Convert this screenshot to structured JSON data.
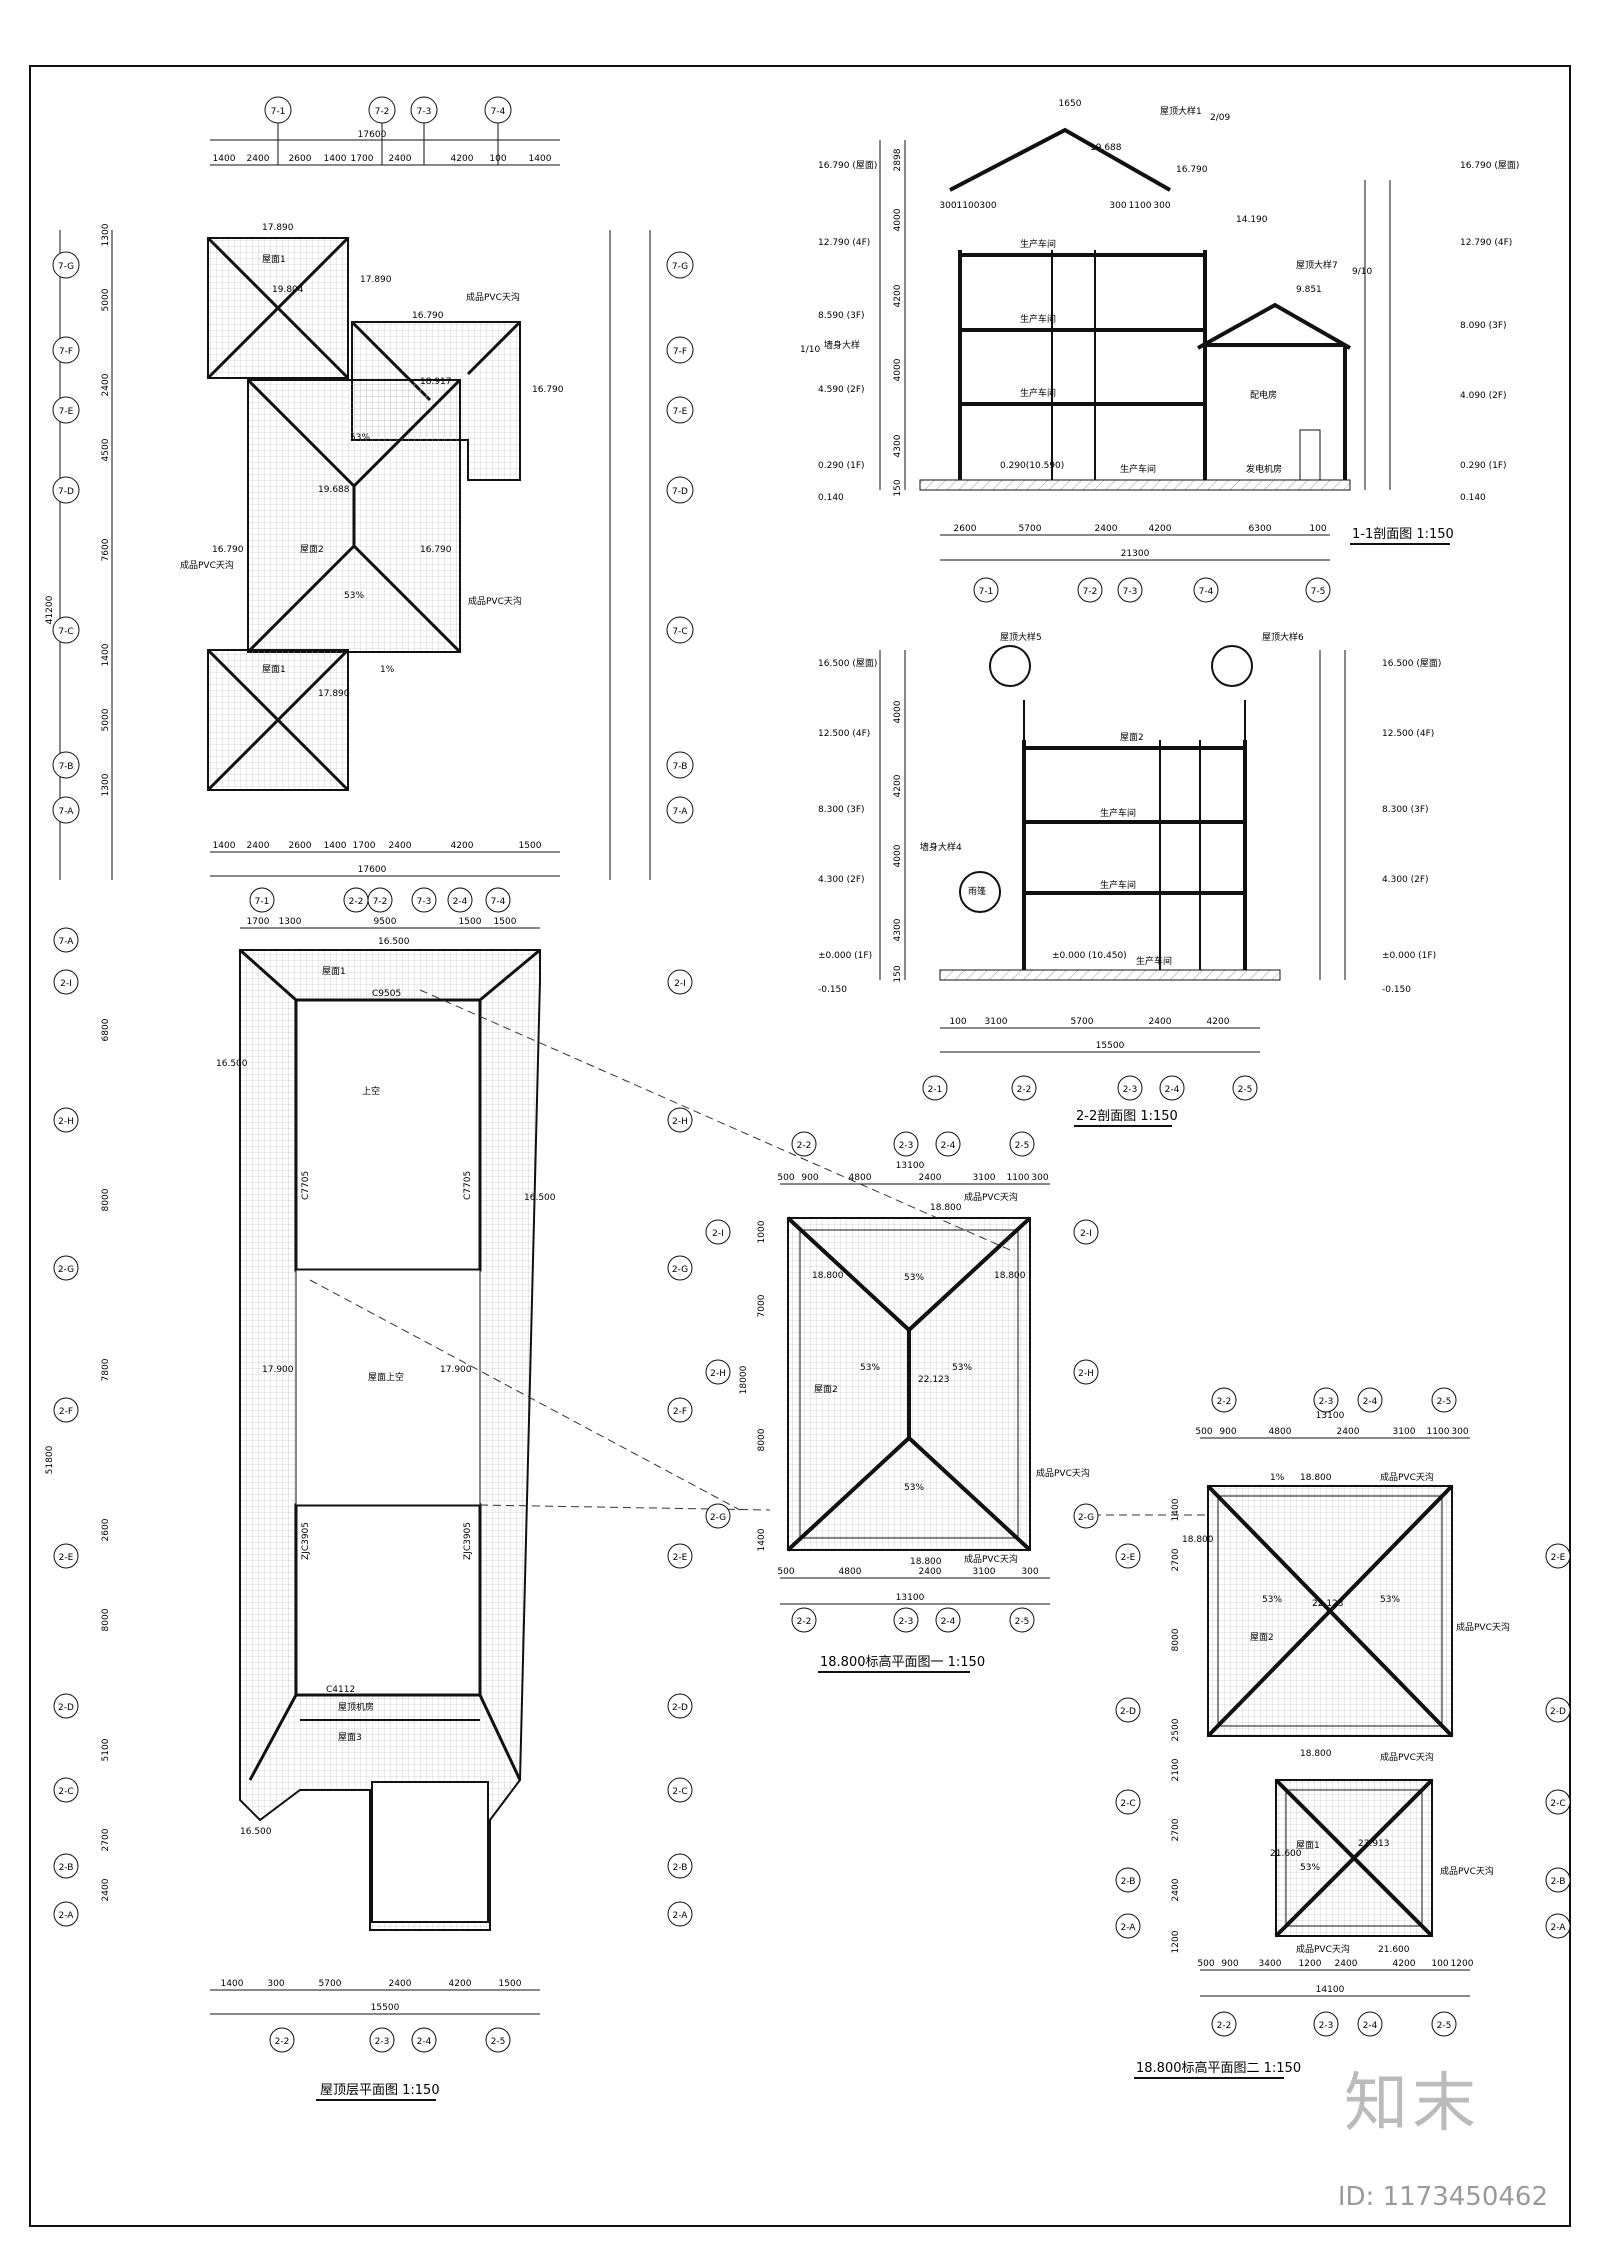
{
  "sheet": {
    "titles": {
      "roof_plan": "屋顶层平面图  1:150",
      "section_1": "1-1剖面图  1:150",
      "section_2": "2-2剖面图  1:150",
      "plan_1880_a": "18.800标高平面图一  1:150",
      "plan_1880_b": "18.800标高平面图二  1:150"
    },
    "watermark": {
      "brand": "知末",
      "id": "ID: 1173450462"
    },
    "colors": {
      "line": "#111111",
      "hatch": "#9a9a9a",
      "watermark": "#bbbbbb"
    }
  },
  "roof_plan": {
    "top_axes": [
      "7-1",
      "7-2",
      "7-3",
      "7-4"
    ],
    "top_dims": [
      "1400",
      "2400",
      "2600",
      "1400",
      "1700",
      "2400",
      "4200",
      "100",
      "1400"
    ],
    "top_total": "17600",
    "bottom_dims": [
      "1400",
      "2400",
      "2600",
      "1400",
      "1700",
      "2400",
      "4200",
      "1500"
    ],
    "bottom_total": "17600",
    "side_axes": [
      "7-G",
      "7-F",
      "7-E",
      "7-D",
      "7-C",
      "7-B",
      "7-A"
    ],
    "left_dims": [
      "1300",
      "5000",
      "2400",
      "4500",
      "7600",
      "1400",
      "5000",
      "1300"
    ],
    "left_total": "41200",
    "elevations": [
      "17.890",
      "17.890",
      "19.804",
      "16.790",
      "18.917",
      "16.790",
      "19.688",
      "16.790",
      "16.790",
      "17.890"
    ],
    "roof_labels": [
      "屋面1",
      "屋面2",
      "屋面1"
    ],
    "slopes": [
      "53%",
      "53%",
      "1%"
    ],
    "notes": [
      "成品PVC天沟"
    ]
  },
  "roof_plan_2": {
    "top_axes": [
      "7-1",
      "2-2",
      "7-2",
      "7-3",
      "2-4",
      "7-4"
    ],
    "top_dims": [
      "1700",
      "1300",
      "9500",
      "1500",
      "1500"
    ],
    "side_axes": [
      "7-A",
      "2-I",
      "2-H",
      "2-G",
      "2-F",
      "2-E",
      "2-D",
      "2-C",
      "2-B",
      "2-A"
    ],
    "left_dims": [
      "6800",
      "8000",
      "7800",
      "2600",
      "8000",
      "5100",
      "2700",
      "2400"
    ],
    "left_total": "51800",
    "bottom_dims": [
      "1400",
      "300",
      "5700",
      "2400",
      "4200",
      "1500"
    ],
    "bottom_total": "15500",
    "bottom_axes": [
      "2-2",
      "2-3",
      "2-4",
      "2-5"
    ],
    "labels": [
      "屋面1",
      "屋面上空",
      "屋面3",
      "上空",
      "C9505",
      "C7705",
      "C7705",
      "ZJC3905",
      "ZJC3905",
      "C4112",
      "屋顶机房",
      "16.500",
      "17.900",
      "17.900",
      "16.500"
    ]
  },
  "section_1": {
    "left_levels": [
      "16.790 (屋面)",
      "12.790 (4F)",
      "8.590 (3F)",
      "4.590 (2F)",
      "0.290 (1F)",
      "0.140"
    ],
    "right_levels": [
      "16.790 (屋面)",
      "12.790 (4F)",
      "8.090 (3F)",
      "4.090 (2F)",
      "0.290 (1F)",
      "0.140"
    ],
    "floor_dims": [
      "2898",
      "4000",
      "4200",
      "4000",
      "4300",
      "150"
    ],
    "rooms": [
      "生产车间",
      "生产车间",
      "生产车间",
      "生产车间",
      "配电房",
      "发电机房"
    ],
    "base_level": "0.290(10.590)",
    "bottom_dims": [
      "2600",
      "5700",
      "2400",
      "4200",
      "6300",
      "100"
    ],
    "bottom_total": "21300",
    "bottom_axes": [
      "7-1",
      "7-2",
      "7-3",
      "7-4",
      "7-5"
    ],
    "top_dims": [
      "1650",
      "300",
      "1100",
      "300",
      "300",
      "1100",
      "300"
    ],
    "ridge_level": "19.688",
    "eave_levels": [
      "16.790",
      "14.190",
      "9.851"
    ],
    "callouts": [
      "屋顶大样1",
      "屋顶大样7",
      "墙身大样"
    ],
    "callout_refs": [
      "2/09",
      "9/10",
      "1/10"
    ]
  },
  "section_2": {
    "left_levels": [
      "16.500 (屋面)",
      "12.500 (4F)",
      "8.300 (3F)",
      "4.300 (2F)",
      "±0.000 (1F)",
      "-0.150"
    ],
    "right_levels": [
      "16.500 (屋面)",
      "12.500 (4F)",
      "8.300 (3F)",
      "4.300 (2F)",
      "±0.000 (1F)",
      "-0.150"
    ],
    "floor_dims": [
      "4000",
      "4200",
      "4000",
      "4300",
      "150"
    ],
    "rooms": [
      "屋面2",
      "生产车间",
      "生产车间",
      "生产车间",
      "雨篷"
    ],
    "base_level": "±0.000 (10.450)",
    "bottom_dims": [
      "100",
      "3100",
      "5700",
      "2400",
      "4200"
    ],
    "bottom_total": "15500",
    "bottom_axes": [
      "2-1",
      "2-2",
      "2-3",
      "2-4",
      "2-5"
    ],
    "callouts": [
      "屋顶大样5",
      "屋顶大样6",
      "墙身大样4"
    ]
  },
  "plan_1880_a": {
    "top_axes": [
      "2-2",
      "2-3",
      "2-4",
      "2-5"
    ],
    "top_dims": [
      "500",
      "900",
      "4800",
      "2400",
      "3100",
      "1100",
      "300"
    ],
    "top_total": "13100",
    "side_axes": [
      "2-I",
      "2-H",
      "2-G"
    ],
    "left_dims": [
      "1000",
      "7000",
      "8000",
      "1400"
    ],
    "left_total": "18000",
    "elevations": [
      "18.800",
      "18.800",
      "18.800",
      "22.123",
      "18.800"
    ],
    "roof_label": "屋面2",
    "slopes": [
      "53%",
      "53%",
      "53%",
      "53%"
    ],
    "note": "成品PVC天沟",
    "bottom_dims": [
      "500",
      "4800",
      "2400",
      "3100",
      "300"
    ],
    "bottom_total": "13100"
  },
  "plan_1880_b": {
    "top_axes": [
      "2-2",
      "2-3",
      "2-4",
      "2-5"
    ],
    "top_dims": [
      "500",
      "900",
      "4800",
      "2400",
      "3100",
      "1100",
      "300"
    ],
    "top_total": "13100",
    "side_axes": [
      "2-E",
      "2-D",
      "2-C",
      "2-B",
      "2-A"
    ],
    "left_dims": [
      "1400",
      "2700",
      "8000",
      "2500",
      "2100",
      "2700",
      "2400",
      "1200"
    ],
    "elevations": [
      "18.800",
      "18.800",
      "22.123",
      "18.800",
      "21.600",
      "23.913",
      "21.600"
    ],
    "roof_labels": [
      "屋面2",
      "屋面1"
    ],
    "slopes": [
      "53%",
      "53%",
      "53%",
      "1%"
    ],
    "note": "成品PVC天沟",
    "bottom_dims": [
      "500",
      "900",
      "3400",
      "1200",
      "2400",
      "4200",
      "100",
      "1200"
    ],
    "bottom_total": "14100",
    "bottom_axes": [
      "2-2",
      "2-3",
      "2-4",
      "2-5"
    ]
  }
}
